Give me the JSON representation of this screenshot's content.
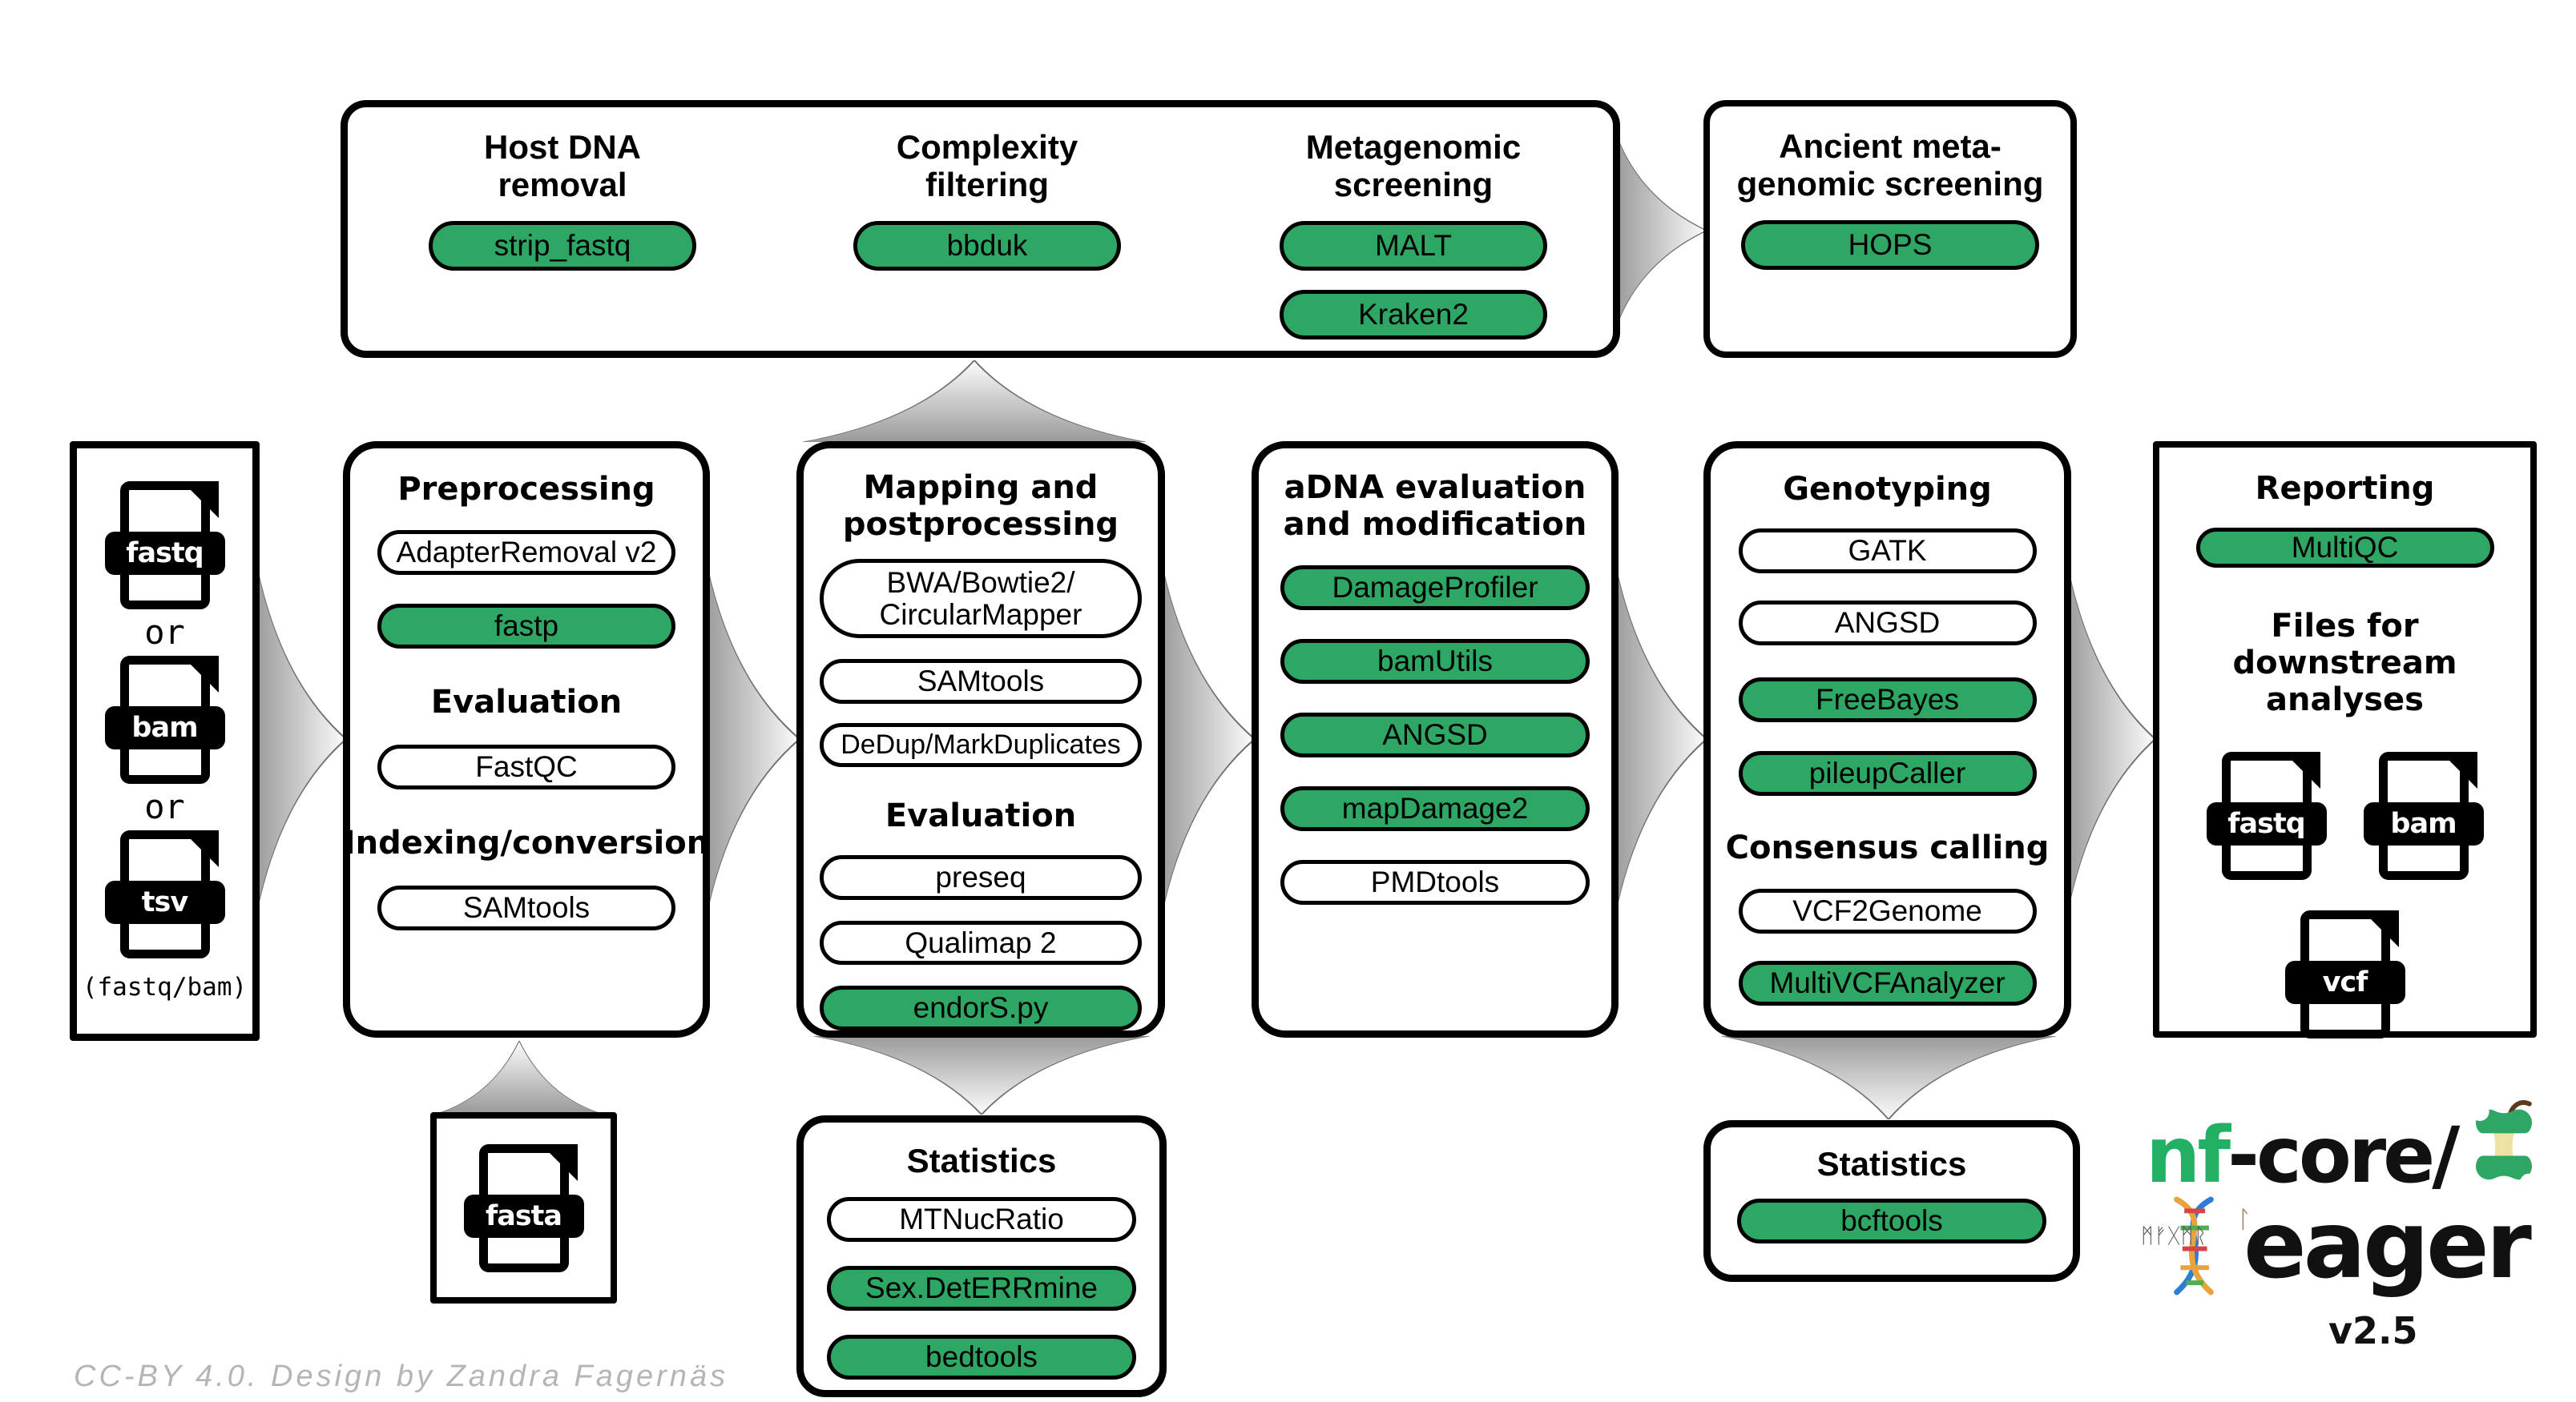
{
  "colors": {
    "accent_green": "#2EA765",
    "logo_green": "#24B064",
    "arrow_gray": "#9E9E9E",
    "footer_gray": "#B5B5B5",
    "outline_black": "#000000"
  },
  "input": {
    "file1": "fastq",
    "or1": "or",
    "file2": "bam",
    "or2": "or",
    "file3": "tsv",
    "caption": "(fastq/bam)"
  },
  "host_removal": {
    "title": "Host DNA\nremoval",
    "tool1": "strip_fastq"
  },
  "complexity": {
    "title": "Complexity\nfiltering",
    "tool1": "bbduk"
  },
  "metagenomic": {
    "title": "Metagenomic\nscreening",
    "tool1": "MALT",
    "tool2": "Kraken2"
  },
  "ancient": {
    "title": "Ancient meta-\ngenomic screening",
    "tool1": "HOPS"
  },
  "preprocessing": {
    "title": "Preprocessing",
    "tool1": "AdapterRemoval v2",
    "tool2": "fastp",
    "subtitle1": "Evaluation",
    "tool3": "FastQC",
    "subtitle2": "Indexing/conversion",
    "tool4": "SAMtools"
  },
  "mapping": {
    "title": "Mapping and\npostprocessing",
    "tool1": "BWA/Bowtie2/\nCircularMapper",
    "tool2": "SAMtools",
    "tool3": "DeDup/MarkDuplicates",
    "subtitle1": "Evaluation",
    "tool4": "preseq",
    "tool5": "Qualimap 2",
    "tool6": "endorS.py"
  },
  "adna": {
    "title": "aDNA evaluation\nand modification",
    "tool1": "DamageProfiler",
    "tool2": "bamUtils",
    "tool3": "ANGSD",
    "tool4": "mapDamage2",
    "tool5": "PMDtools"
  },
  "genotyping": {
    "title": "Genotyping",
    "tool1": "GATK",
    "tool2": "ANGSD",
    "tool3": "FreeBayes",
    "tool4": "pileupCaller",
    "subtitle1": "Consensus calling",
    "tool5": "VCF2Genome",
    "tool6": "MultiVCFAnalyzer"
  },
  "reporting": {
    "title": "Reporting",
    "tool1": "MultiQC",
    "subtitle1": "Files for downstream\nanalyses",
    "file1": "fastq",
    "file2": "bam",
    "file3": "vcf"
  },
  "stats_mapping": {
    "title": "Statistics",
    "tool1": "MTNucRatio",
    "tool2": "Sex.DetERRmine",
    "tool3": "bedtools"
  },
  "stats_genotyping": {
    "title": "Statistics",
    "tool1": "bcftools"
  },
  "reference": {
    "file": "fasta"
  },
  "logo": {
    "line1_green": "nf",
    "line1_black": "-core/",
    "line2": "eager",
    "version": "v2.5",
    "runes": "ᛗᚠᚷᛗᚱ",
    "rune_l": "ᛚ"
  },
  "footer": {
    "credit": "CC-BY 4.0. Design by Zandra Fagernäs"
  }
}
